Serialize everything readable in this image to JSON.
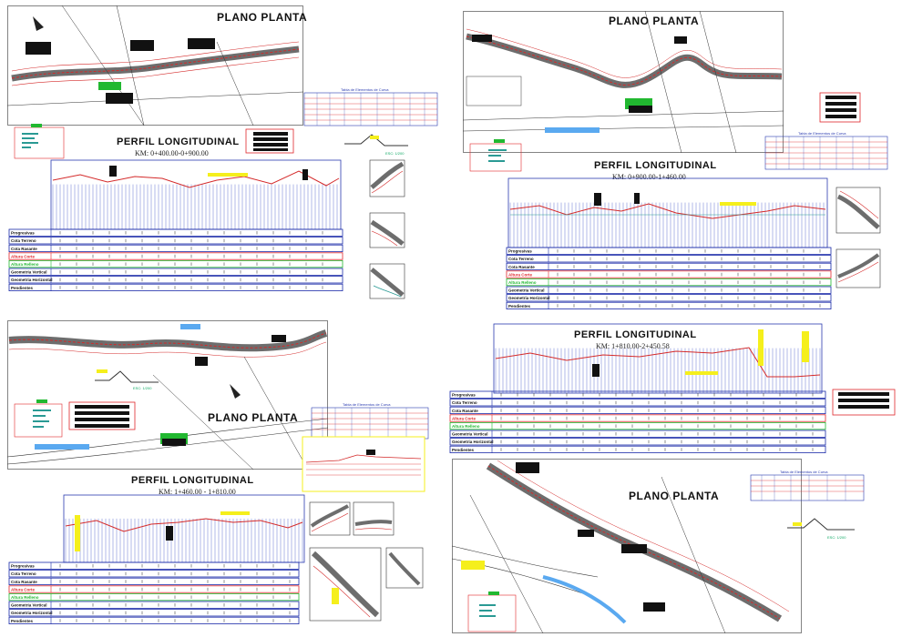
{
  "titles": {
    "plano_planta": "PLANO PLANTA",
    "perfil_longitudinal": "PERFIL LONGITUDINAL"
  },
  "sheets": [
    {
      "km": "KM: 0+400.00-0+900.00"
    },
    {
      "km": "KM: 0+900.00-1+460.00"
    },
    {
      "km": "KM: 1+460.00 - 1+810.00"
    },
    {
      "km": "KM: 1+810.00-2+450.58"
    }
  ],
  "profile_rows": [
    {
      "label": "Progresivas",
      "color": "#1a2aa8"
    },
    {
      "label": "Cota Terreno",
      "color": "#1a2aa8"
    },
    {
      "label": "Cota Rasante",
      "color": "#1a2aa8"
    },
    {
      "label": "Altura Corte",
      "color": "#e0262a"
    },
    {
      "label": "Altura Relleno",
      "color": "#21b830"
    },
    {
      "label": "Geometria Vertical",
      "color": "#1a2aa8"
    },
    {
      "label": "Geometria Horizontal",
      "color": "#1a2aa8"
    },
    {
      "label": "Pendientes",
      "color": "#1a2aa8"
    }
  ],
  "table_title": "Tabla de Elementos de Curva",
  "scale_label": "ESC: 1/200",
  "colors": {
    "road_gray": "#6d6d6d",
    "road_red": "#d42a2a",
    "grid_blue": "#3b4fc4",
    "terrain_teal": "#2a9a94",
    "highlight_yellow": "#f5ef1c",
    "water_blue": "#5aa9f0",
    "legend_green": "#2fc23b",
    "title_black": "#111111"
  }
}
